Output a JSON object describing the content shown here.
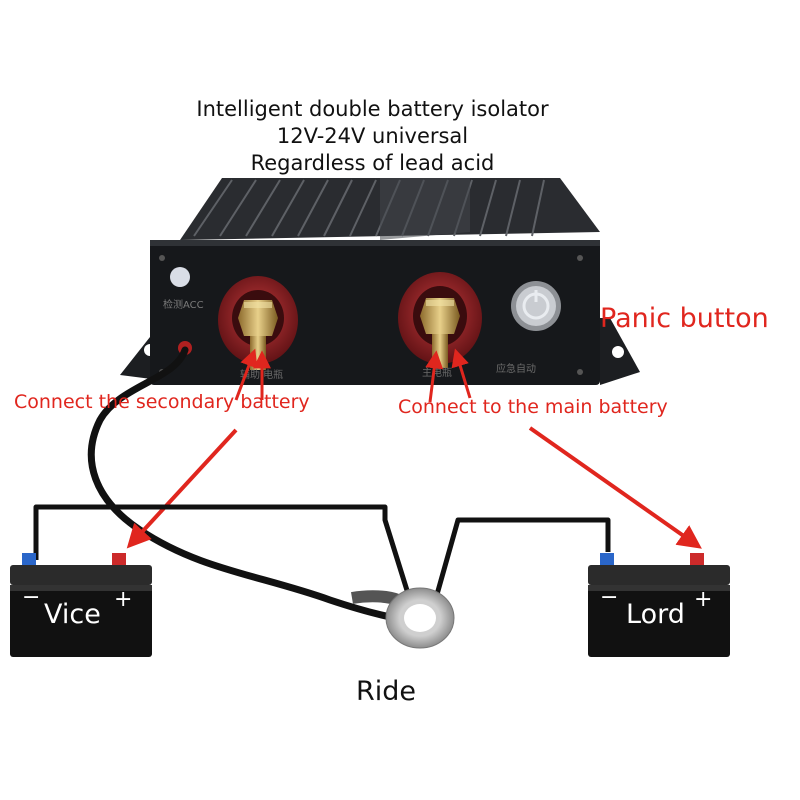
{
  "title_lines": [
    "Intelligent double battery isolator",
    "12V-24V universal",
    "Regardless of lead acid"
  ],
  "labels": {
    "panic_button": "Panic button",
    "secondary_battery": "Connect the secondary battery",
    "main_battery": "Connect to the main battery",
    "ground": "Ride"
  },
  "batteries": {
    "left": {
      "name": "Vice",
      "minus": "−",
      "plus": "+"
    },
    "right": {
      "name": "Lord",
      "minus": "−",
      "plus": "+"
    }
  },
  "device_markings": {
    "acc_label": "检测ACC",
    "left_terminal": "辅助 电瓶",
    "right_terminal": "主电瓶",
    "button_label": "应急自动"
  },
  "colors": {
    "annotation_red": "#e0261e",
    "device_body": "#16181b",
    "terminal_red": "#8a1a1d",
    "battery_body": "#111111",
    "positive_terminal": "#cc2a2a",
    "negative_terminal": "#2a66c9"
  }
}
